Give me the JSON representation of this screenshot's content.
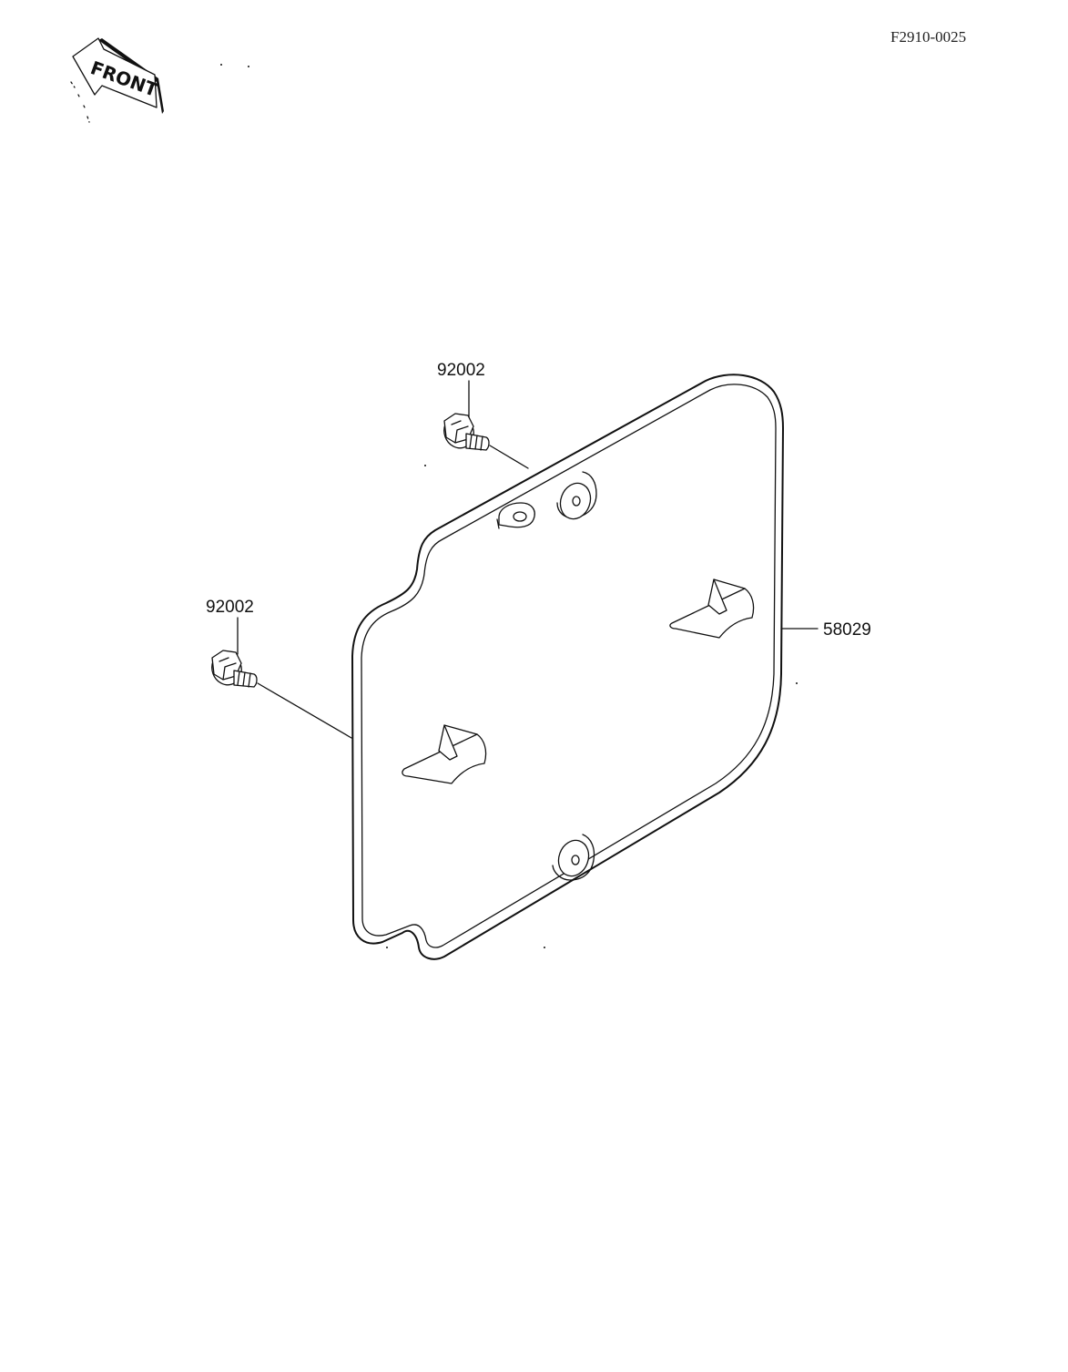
{
  "drawing_ref": "F2910-0025",
  "front_arrow": {
    "label": "FRONT",
    "icon": "front-direction-arrow-icon"
  },
  "parts": {
    "bolt_upper": {
      "number": "92002",
      "icon": "flanged-bolt-icon"
    },
    "bolt_left": {
      "number": "92002",
      "icon": "flanged-bolt-icon"
    },
    "cover": {
      "number": "58029",
      "icon": "license-plate-bracket-icon"
    }
  },
  "colors": {
    "ink": "#111111",
    "paper": "#ffffff"
  }
}
